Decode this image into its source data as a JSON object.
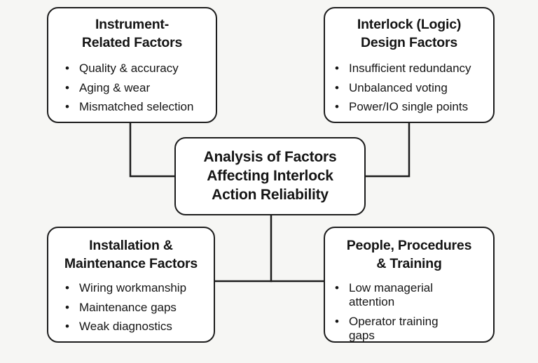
{
  "center": {
    "title_lines": [
      "Analysis of Factors",
      "Affecting Interlock",
      "Action Reliability"
    ]
  },
  "boxes": {
    "instrument": {
      "title_lines": [
        "Instrument-",
        "Related Factors"
      ],
      "items": [
        "Quality & accuracy",
        "Aging & wear",
        "Mismatched selection"
      ]
    },
    "interlock_design": {
      "title_lines": [
        "Interlock (Logic)",
        "Design Factors"
      ],
      "items": [
        "Insufficient redundancy",
        "Unbalanced voting",
        "Power/IO single points"
      ]
    },
    "installation": {
      "title_lines": [
        "Installation &",
        "Maintenance Factors"
      ],
      "items": [
        "Wiring workmanship",
        "Maintenance gaps",
        "Weak diagnostics"
      ]
    },
    "people": {
      "title_lines": [
        "People, Procedures",
        "& Training"
      ],
      "items": [
        "Low managerial attention",
        "Operator training gaps"
      ]
    }
  },
  "bullet_glyph": "•",
  "colors": {
    "background": "#f6f6f4",
    "box_fill": "#ffffff",
    "stroke": "#1c1c1c",
    "text": "#151515"
  }
}
